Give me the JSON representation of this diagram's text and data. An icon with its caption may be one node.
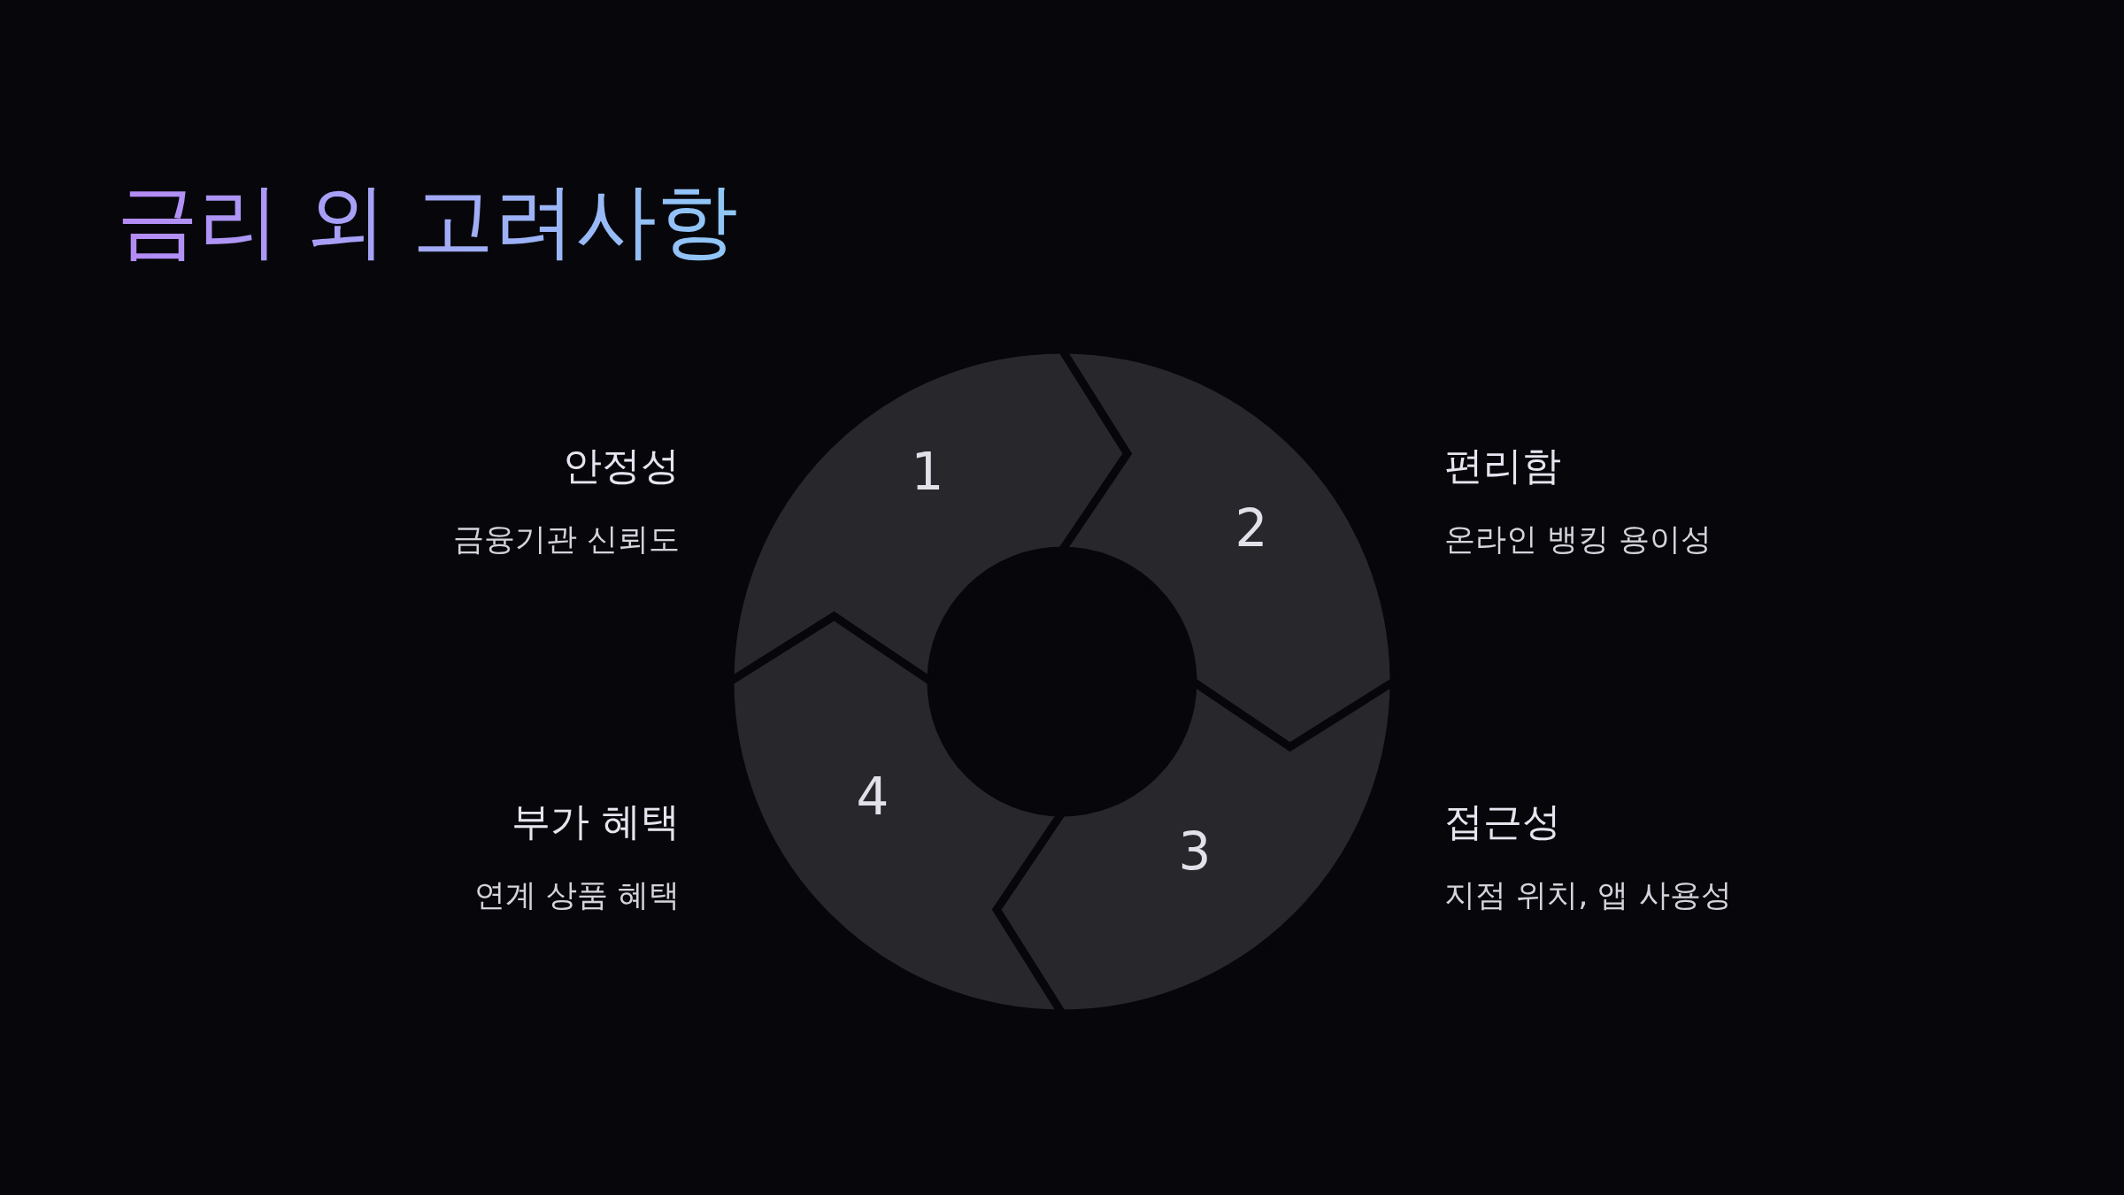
{
  "diagram": {
    "title": "금리 외 고려사항",
    "nodes": [
      {
        "text": [
          "1"
        ],
        "beside": [
          "안정성",
          "금융기관 신뢰도"
        ]
      },
      {
        "text": [
          "2"
        ],
        "beside": [
          "편리함",
          "온라인 뱅킹 용이성"
        ]
      },
      {
        "text": [
          "3"
        ],
        "beside": [
          "접근성",
          "지점 위치, 앱 사용성"
        ]
      },
      {
        "text": [
          "4"
        ],
        "beside": [
          "부가 혜택",
          "연계 상품 혜택"
        ]
      }
    ]
  }
}
